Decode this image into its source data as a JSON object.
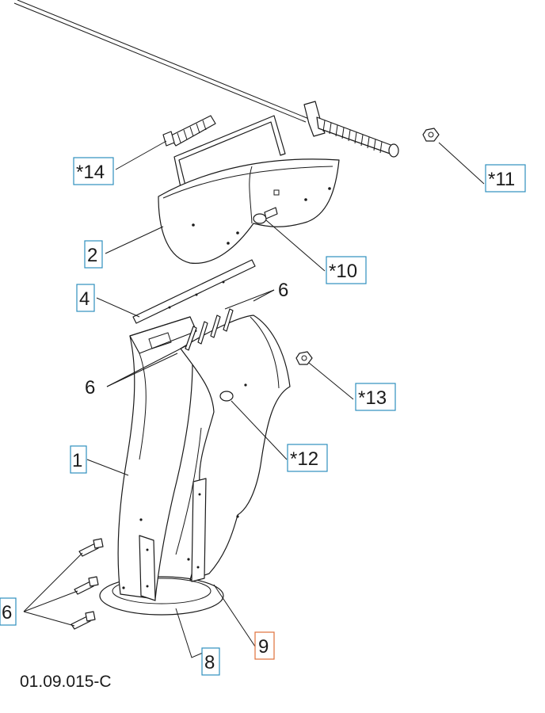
{
  "colors": {
    "callout_box": "#2e8fbf",
    "callout_box_highlight": "#e0703a",
    "line": "#1a1a1a"
  },
  "callouts": {
    "c14": "*14",
    "c11": "*11",
    "c2": "2",
    "c10": "*10",
    "c4": "4",
    "c6_top": "6",
    "c6_mid": "6",
    "c13": "*13",
    "c12": "*12",
    "c1": "1",
    "c6_left": "6",
    "c8": "8",
    "c9": "9"
  },
  "drawing_number": "01.09.015-C"
}
